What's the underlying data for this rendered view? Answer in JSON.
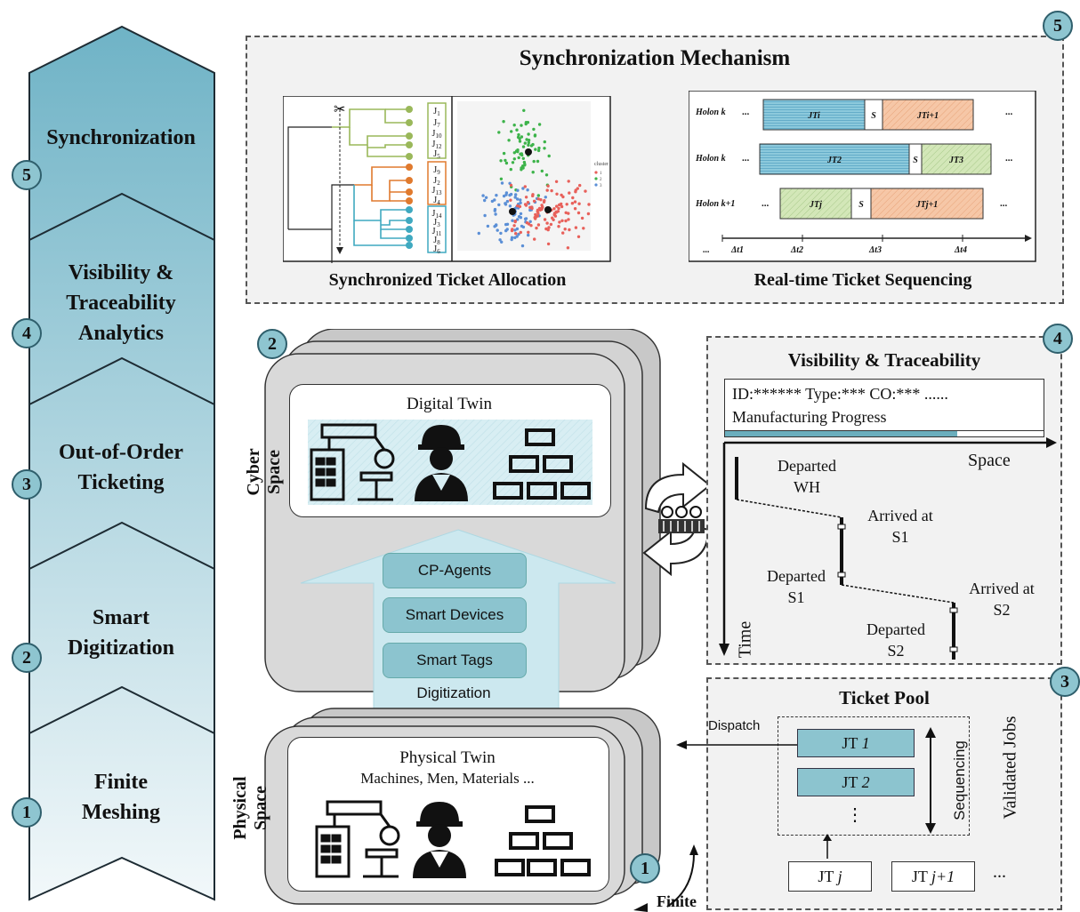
{
  "left_column": {
    "stages": [
      {
        "number": "5",
        "label": "Synchronization"
      },
      {
        "number": "4",
        "label": "Visibility & Traceability Analytics"
      },
      {
        "number": "3",
        "label": "Out-of-Order Ticketing"
      },
      {
        "number": "2",
        "label": "Smart Digitization"
      },
      {
        "number": "1",
        "label": "Finite Meshing"
      }
    ]
  },
  "sync": {
    "badge": "5",
    "title": "Synchronization Mechanism",
    "allocation_caption": "Synchronized Ticket Allocation",
    "sequencing_caption": "Real-time Ticket Sequencing",
    "jobs_group1": [
      "J1",
      "J7",
      "J10",
      "J12",
      "J5"
    ],
    "jobs_group2": [
      "J9",
      "J2",
      "J13",
      "J4"
    ],
    "jobs_group3": [
      "J14",
      "J3",
      "J11",
      "J8",
      "J6"
    ],
    "scatter_legend_title": "cluster",
    "scatter_legend_items": [
      "1",
      "2",
      "3"
    ],
    "holons": [
      "Holon k",
      "Holon k",
      "Holon k+1"
    ],
    "holon_row1": {
      "a": "JTi",
      "s": "S",
      "b": "JTi+1"
    },
    "holon_row2": {
      "a": "JT2",
      "s": "S",
      "b": "JT3"
    },
    "holon_row3": {
      "a": "JTj",
      "s": "S",
      "b": "JTj+1"
    },
    "time_steps": [
      "Δt1",
      "Δt2",
      "Δt3",
      "Δt4"
    ],
    "ellipsis": "..."
  },
  "cyber": {
    "badge": "2",
    "space_label": "Cyber Space",
    "digital_twin": "Digital Twin",
    "agents": [
      "CP-Agents",
      "Smart Devices",
      "Smart Tags"
    ],
    "digitization": "Digitization"
  },
  "physical": {
    "space_label": "Physical Space",
    "twin_title": "Physical Twin",
    "twin_subtitle": "Machines, Men, Materials ...",
    "badge": "1",
    "finite": "Finite"
  },
  "visibility": {
    "badge": "4",
    "title": "Visibility & Traceability",
    "info_line1": "ID:****** Type:*** CO:*** ......",
    "info_line2": "Manufacturing Progress",
    "progress": 0.73,
    "space_axis": "Space",
    "time_axis": "Time",
    "events": [
      {
        "line1": "Departed",
        "line2": "WH"
      },
      {
        "line1": "Arrived at",
        "line2": "S1"
      },
      {
        "line1": "Departed",
        "line2": "S1"
      },
      {
        "line1": "Arrived at",
        "line2": "S2"
      },
      {
        "line1": "Departed",
        "line2": "S2"
      }
    ]
  },
  "ticket_pool": {
    "badge": "3",
    "title": "Ticket Pool",
    "dispatch": "Dispatch",
    "sequencing": "Sequencing",
    "validated_jobs": "Validated Jobs",
    "jt1": "JT 1",
    "jt2": "JT 2",
    "dots": "⋮",
    "jtj": "JT j",
    "jtj1": "JT j+1",
    "ellipsis": "..."
  },
  "colors": {
    "teal": "#8cc4cf",
    "teal_dark": "#6aaebd",
    "panel_gray": "#f2f2f2",
    "orange": "#f4c2a4",
    "green": "#cfe3b3",
    "blue_stripe": "#7fc0d6"
  }
}
